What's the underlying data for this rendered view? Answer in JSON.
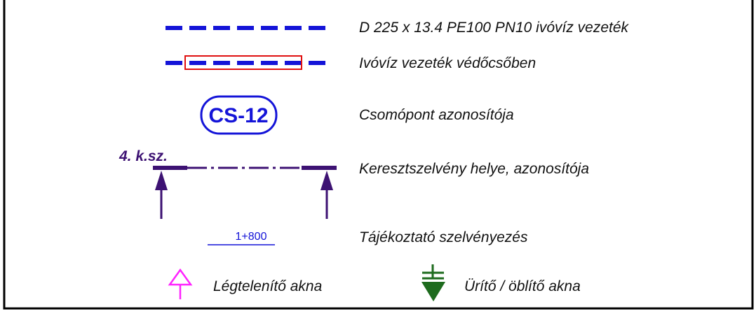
{
  "legend": {
    "items": [
      {
        "key": "water_pipe",
        "label": "D 225 x 13.4 PE100 PN10 ivóvíz vezeték"
      },
      {
        "key": "protective_pipe",
        "label": "Ivóvíz vezeték védőcsőben"
      },
      {
        "key": "node_id",
        "label": "Csomópont azonosítója",
        "symbol_text": "CS-12"
      },
      {
        "key": "cross_section",
        "label": "Keresztszelvény helye, azonosítója",
        "symbol_text": "4. k.sz."
      },
      {
        "key": "chainage",
        "label": "Tájékoztató szelvényezés",
        "symbol_text": "1+800"
      },
      {
        "key": "air_valve",
        "label": "Légtelenítő akna"
      },
      {
        "key": "drain_valve",
        "label": "Ürítő / öblítő akna"
      }
    ]
  },
  "colors": {
    "pipe": "#1414d8",
    "protective_box": "#e01010",
    "section": "#3d1273",
    "air_valve": "#ff22ff",
    "drain_valve": "#1e6b1e",
    "frame": "#000000"
  }
}
